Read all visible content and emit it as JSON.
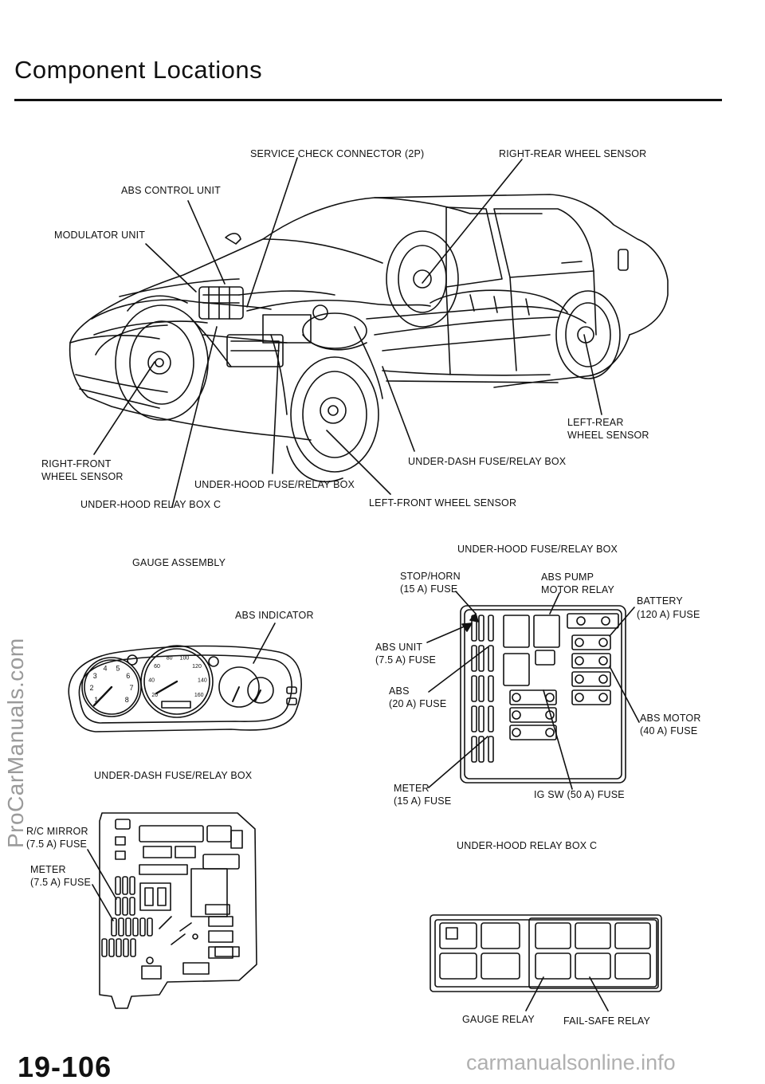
{
  "page": {
    "title": "Component  Locations",
    "page_number": "19-106",
    "watermark_side": "ProCarManuals.com",
    "watermark_bottom": "carmanualsonline.info"
  },
  "car_diagram": {
    "labels": {
      "service_check_connector": "SERVICE CHECK CONNECTOR (2P)",
      "right_rear_wheel_sensor": "RIGHT-REAR WHEEL SENSOR",
      "abs_control_unit": "ABS CONTROL UNIT",
      "modulator_unit": "MODULATOR UNIT",
      "left_rear_wheel_sensor_l1": "LEFT-REAR",
      "left_rear_wheel_sensor_l2": "WHEEL SENSOR",
      "right_front_wheel_sensor_l1": "RIGHT-FRONT",
      "right_front_wheel_sensor_l2": "WHEEL SENSOR",
      "under_dash_fuse_relay_box": "UNDER-DASH  FUSE/RELAY  BOX",
      "under_hood_fuse_relay_box": "UNDER-HOOD  FUSE/RELAY  BOX",
      "under_hood_relay_box_c": "UNDER-HOOD  RELAY  BOX  C",
      "left_front_wheel_sensor": "LEFT-FRONT  WHEEL  SENSOR"
    }
  },
  "gauge_diagram": {
    "title": "GAUGE  ASSEMBLY",
    "abs_indicator": "ABS INDICATOR"
  },
  "hood_fuse_box": {
    "title": "UNDER-HOOD  FUSE/RELAY  BOX",
    "stop_horn_l1": "STOP/HORN",
    "stop_horn_l2": "(15 A)  FUSE",
    "abs_pump_l1": "ABS PUMP",
    "abs_pump_l2": "MOTOR RELAY",
    "battery_l1": "BATTERY",
    "battery_l2": "(120 A)  FUSE",
    "abs_unit_l1": "ABS UNIT",
    "abs_unit_l2": "(7.5 A)  FUSE",
    "abs_20_l1": "ABS",
    "abs_20_l2": "(20 A)  FUSE",
    "abs_motor_l1": "ABS  MOTOR",
    "abs_motor_l2": "(40 A)  FUSE",
    "meter_l1": "METER",
    "meter_l2": "(15 A)  FUSE",
    "ig_sw": "IG SW (50 A)  FUSE"
  },
  "dash_fuse_box": {
    "title": "UNDER-DASH FUSE/RELAY BOX",
    "rc_mirror_l1": "R/C MIRROR",
    "rc_mirror_l2": "(7.5 A)  FUSE",
    "meter_l1": "METER",
    "meter_l2": "(7.5 A)  FUSE"
  },
  "relay_box_c": {
    "title": "UNDER-HOOD RELAY BOX C",
    "gauge_relay": "GAUGE  RELAY",
    "fail_safe_relay": "FAIL-SAFE  RELAY"
  },
  "gauge_faces": {
    "tach_numbers": [
      "1",
      "2",
      "3",
      "4",
      "5",
      "6",
      "7",
      "8"
    ],
    "speedo_numbers": [
      "20",
      "40",
      "60",
      "80",
      "100",
      "120",
      "140",
      "160"
    ]
  }
}
